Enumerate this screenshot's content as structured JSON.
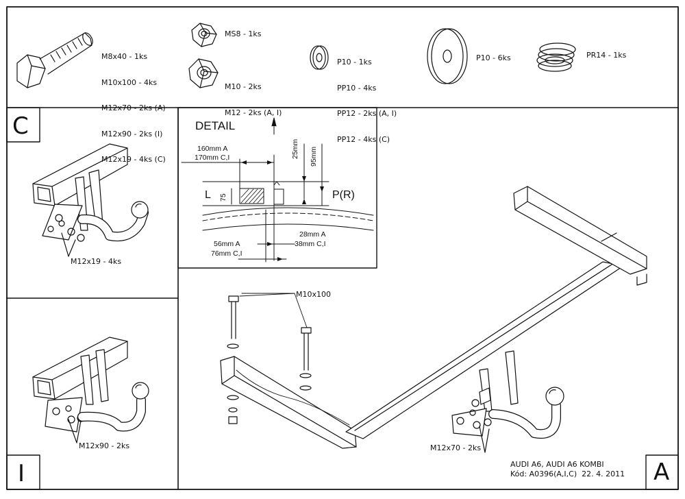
{
  "parts": {
    "bolt": [
      "M8x40 - 1ks",
      "M10x100 - 4ks",
      "M12x70 - 2ks (A)",
      "M12x90 - 2ks (I)",
      "M12x19 - 4ks (C)"
    ],
    "nut_ms8": "MS8 - 1ks",
    "nut_m10": [
      "M10 - 2ks",
      "M12 - 2ks (A, I)"
    ],
    "washer_small": [
      "P10 - 1ks",
      "PP10 - 4ks",
      "PP12 - 2ks (A, I)",
      "PP12 - 4ks (C)"
    ],
    "washer_large": "P10 - 6ks",
    "spring": "PR14 - 1ks"
  },
  "detail": {
    "title": "DETAIL",
    "dim_top_1": "160mm A",
    "dim_top_2": "170mm C,I",
    "dim_v1": "25mm",
    "dim_v2": "95mm",
    "dim_75": "75",
    "left": "L",
    "right": "P(R)",
    "dim_bot_l1": "56mm A",
    "dim_bot_l2": "76mm C,I",
    "dim_bot_r1": "28mm A",
    "dim_bot_r2": "38mm C,I"
  },
  "panels": {
    "c_letter": "C",
    "c_bolt": "M12x19 - 4ks",
    "i_letter": "I",
    "i_bolt": "M12x90 - 2ks",
    "a_letter": "A",
    "a_bolt_top": "M10x100",
    "a_bolt": "M12x70 - 2ks"
  },
  "footer": {
    "model": "AUDI A6, AUDI A6 KOMBI",
    "code": "Kód: A0396(A,I,C)  22. 4. 2011"
  }
}
